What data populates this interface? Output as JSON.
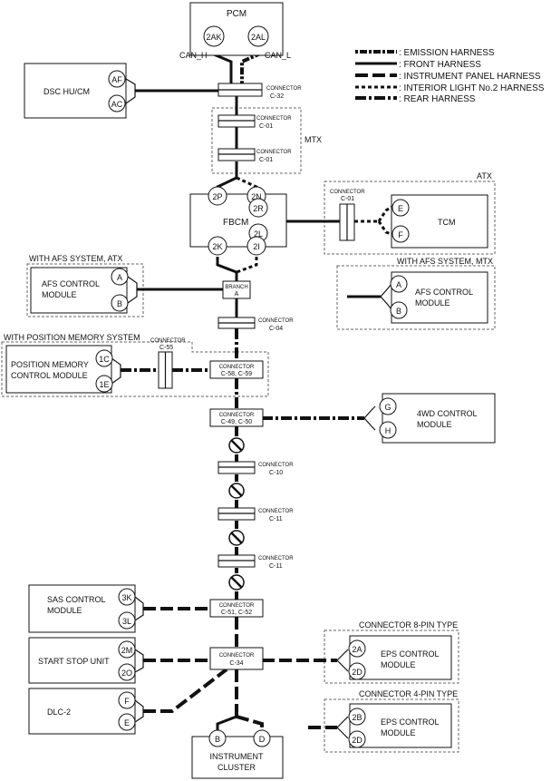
{
  "legend": {
    "emission": ": EMISSION HARNESS",
    "front": ": FRONT HARNESS",
    "instrument_panel": ": INSTRUMENT PANEL HARNESS",
    "interior_light": ": INTERIOR LIGHT No.2 HARNESS",
    "rear": ": REAR HARNESS"
  },
  "modules": {
    "pcm": "PCM",
    "dsc": "DSC HU/CM",
    "fbcm": "FBCM",
    "tcm": "TCM",
    "afs_left_1": "AFS CONTROL",
    "afs_left_2": "MODULE",
    "afs_right_1": "AFS CONTROL",
    "afs_right_2": "MODULE",
    "pos_mem_1": "POSITION MEMORY",
    "pos_mem_2": "CONTROL MODULE",
    "fwd_1": "4WD CONTROL",
    "fwd_2": "MODULE",
    "sas_1": "SAS CONTROL",
    "sas_2": "MODULE",
    "start_stop": "START STOP UNIT",
    "dlc": "DLC-2",
    "eps8_1": "EPS CONTROL",
    "eps8_2": "MODULE",
    "eps4_1": "EPS CONTROL",
    "eps4_2": "MODULE",
    "ic_1": "INSTRUMENT",
    "ic_2": "CLUSTER"
  },
  "groups": {
    "mtx": "MTX",
    "atx": "ATX",
    "afs_atx": "WITH AFS SYSTEM, ATX",
    "afs_mtx": "WITH AFS SYSTEM, MTX",
    "pos_mem": "WITH POSITION MEMORY SYSTEM",
    "eps8": "CONNECTOR 8-PIN TYPE",
    "eps4": "CONNECTOR 4-PIN TYPE"
  },
  "can": {
    "high": "CAN_H",
    "low": "CAN_L"
  },
  "connectors": {
    "word": "CONNECTOR",
    "c32": "C-32",
    "c01": "C-01",
    "c04": "C-04",
    "c55": "C-55",
    "c58": "C-58, C-59",
    "c49": "C-49, C-50",
    "c10": "C-10",
    "c11": "C-11",
    "c51": "C-51, C-52",
    "c34": "C-34",
    "branch_1": "BRANCH",
    "branch_2": "A"
  },
  "pins": {
    "pcm_h": "2AK",
    "pcm_l": "2AL",
    "dsc_h": "AF",
    "dsc_l": "AC",
    "fbcm_tl": "2P",
    "fbcm_tr": "2N",
    "fbcm_rh": "2R",
    "fbcm_rl": "2L",
    "fbcm_bl": "2K",
    "fbcm_br": "2I",
    "tcm_h": "E",
    "tcm_l": "F",
    "afs_h": "A",
    "afs_l": "B",
    "afs2_h": "A",
    "afs2_l": "B",
    "pm_h": "1C",
    "pm_l": "1E",
    "fwd_h": "G",
    "fwd_l": "H",
    "sas_h": "3K",
    "sas_l": "3L",
    "ss_h": "2M",
    "ss_l": "2O",
    "dlc_h": "F",
    "dlc_l": "E",
    "eps8_h": "2A",
    "eps8_l": "2D",
    "eps4_h": "2B",
    "eps4_l": "2D",
    "ic_h": "B",
    "ic_l": "D"
  }
}
